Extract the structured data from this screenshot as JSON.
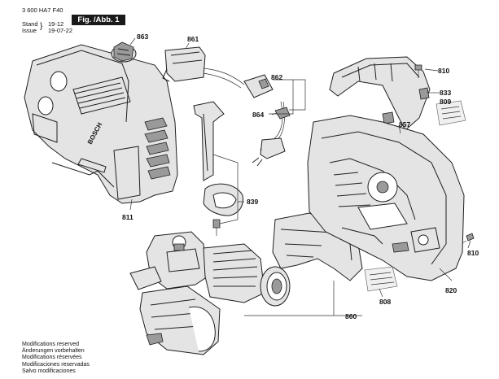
{
  "header": {
    "part_number": "3 600 HA7 F40",
    "stand_label": "Stand",
    "issue_label": "Issue",
    "stand_value": "19-12",
    "issue_value": "19-07-22",
    "figure_label": "Fig. /Abb. 1"
  },
  "callouts": {
    "c863": "863",
    "c861": "861",
    "c862": "862",
    "c864": "864",
    "c810a": "810",
    "c833": "833",
    "c809": "809",
    "c857": "857",
    "c839": "839",
    "c811": "811",
    "c810b": "810",
    "c820": "820",
    "c808": "808",
    "c860": "860"
  },
  "footer": {
    "line1": "Modifications reserved",
    "line2": "Änderungen vorbehalten",
    "line3": "Modifications réservées",
    "line4": "Modificaciones reservadas",
    "line5": "Salvo modificaciones"
  },
  "icons": {
    "brand_mark": "BOSCH"
  }
}
